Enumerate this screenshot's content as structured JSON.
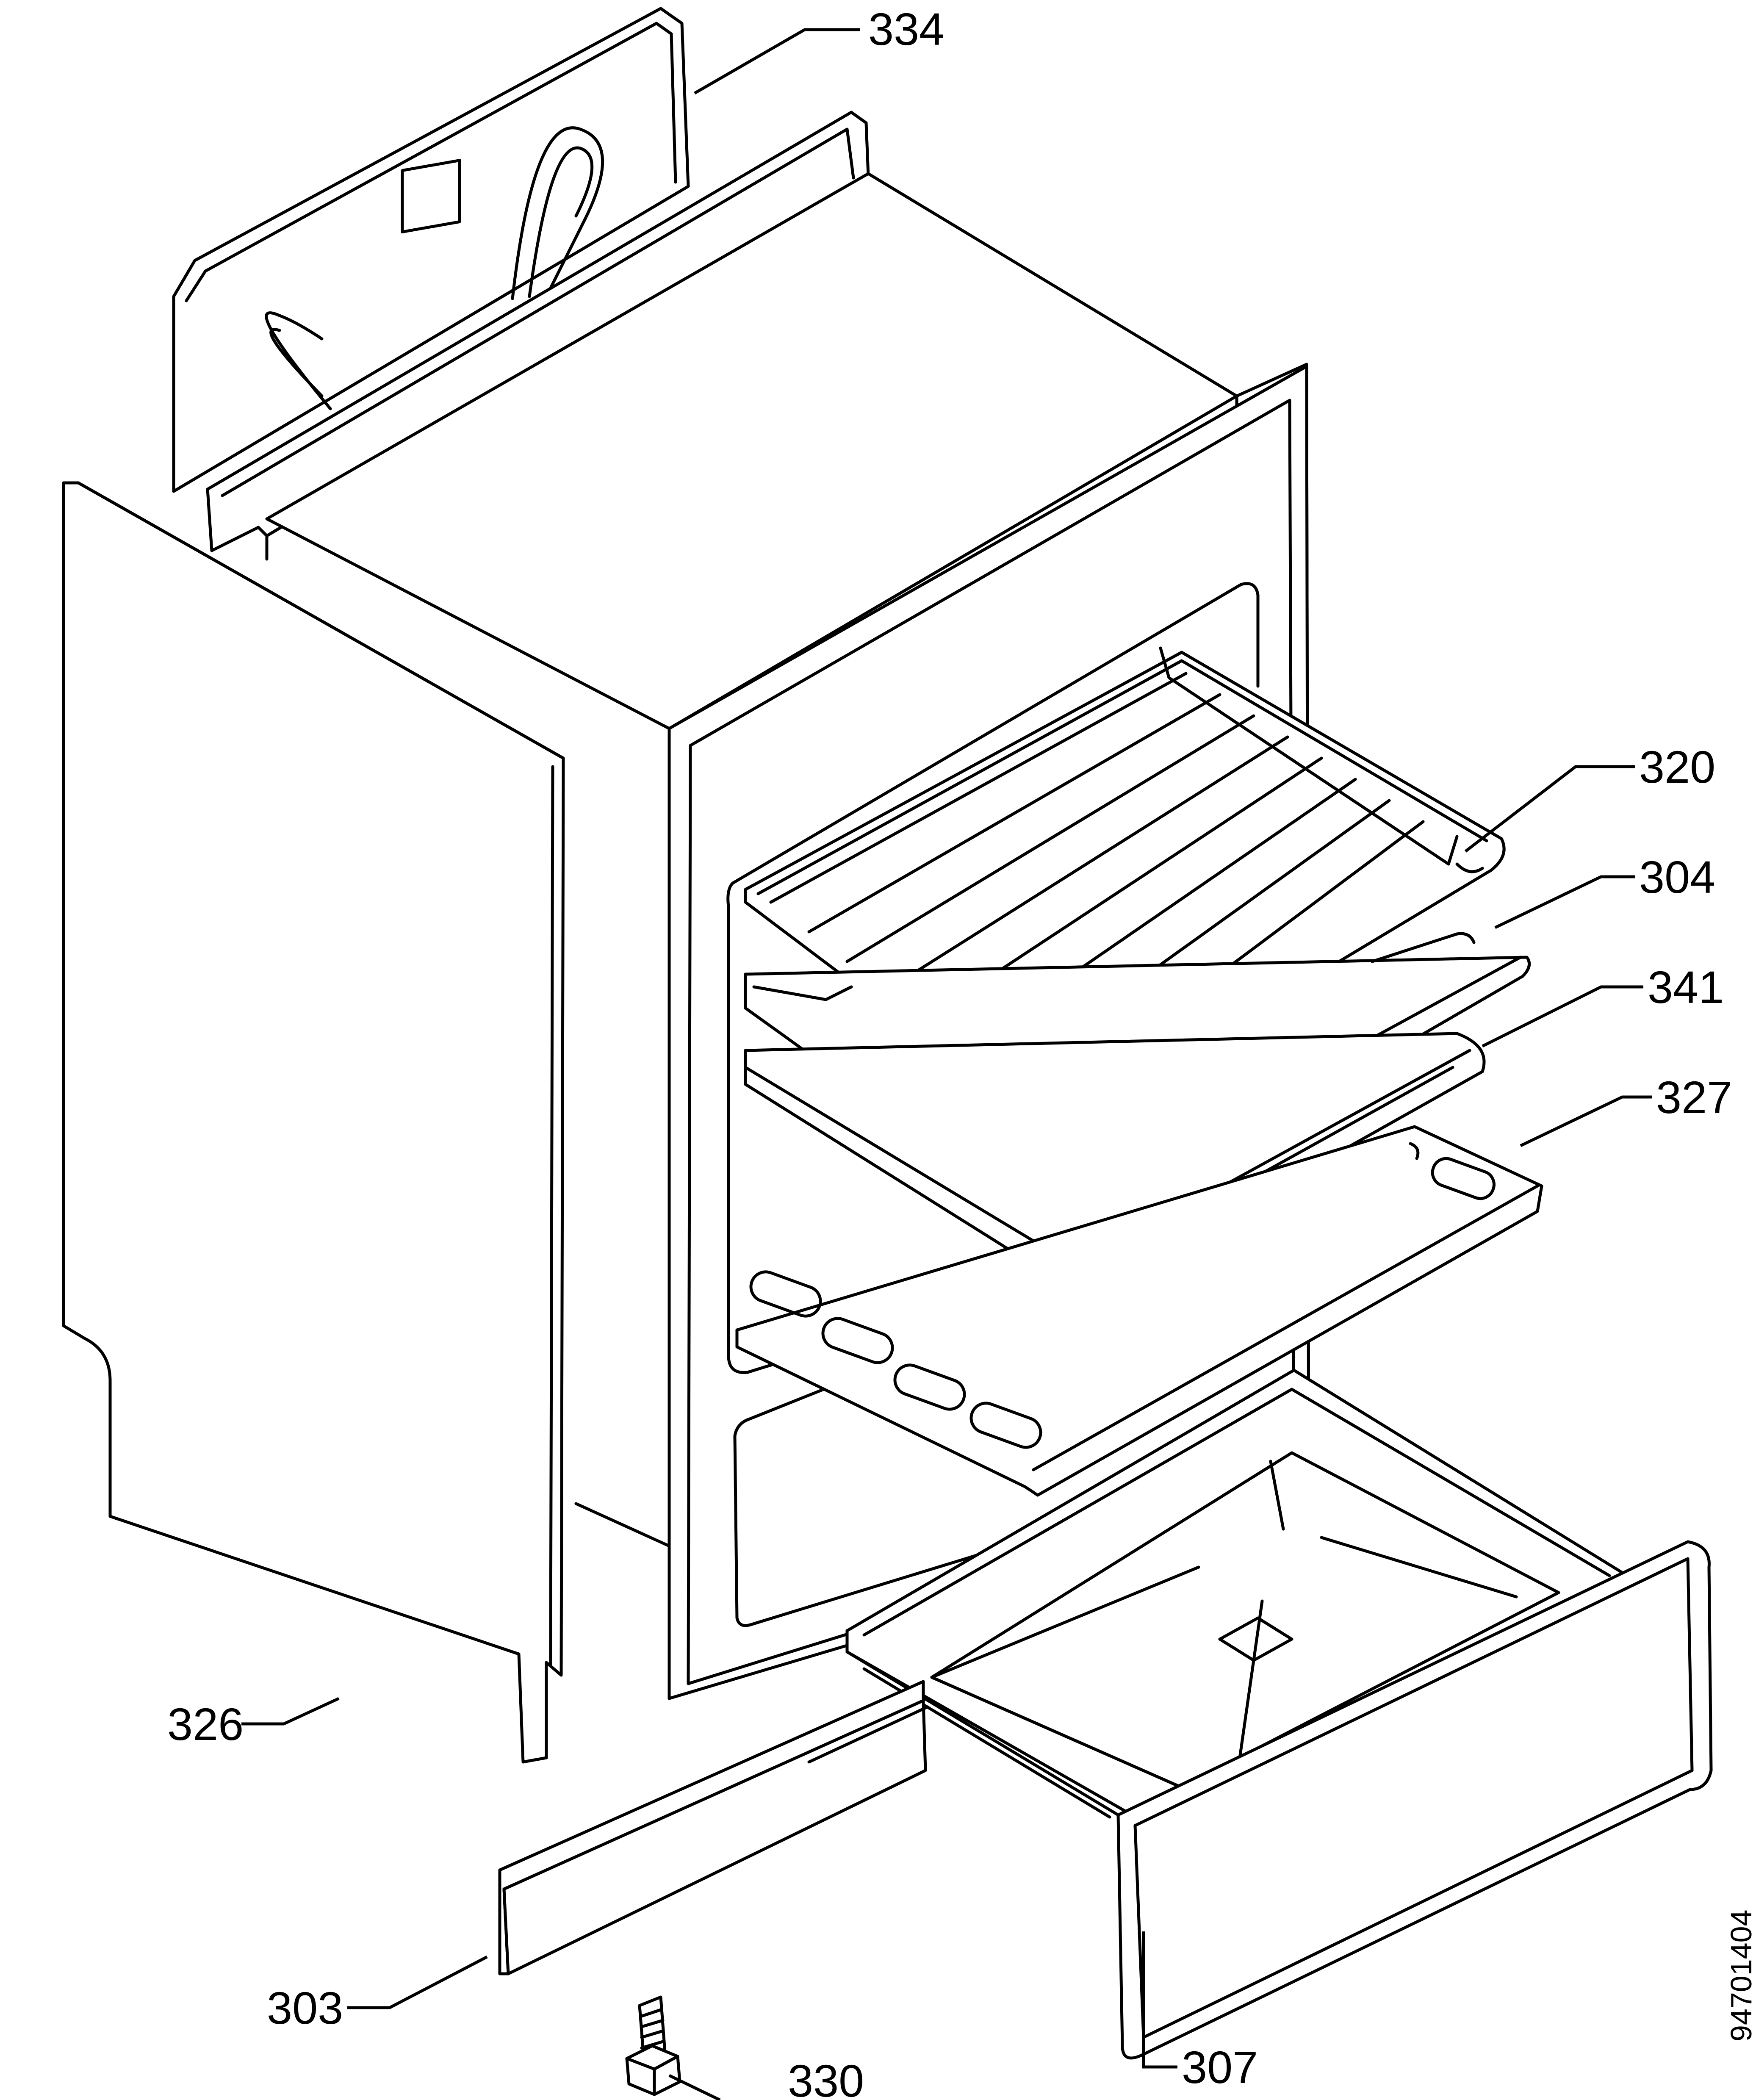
{
  "callouts": [
    {
      "id": "334",
      "label": "334"
    },
    {
      "id": "320",
      "label": "320"
    },
    {
      "id": "304",
      "label": "304"
    },
    {
      "id": "341",
      "label": "341"
    },
    {
      "id": "327",
      "label": "327"
    },
    {
      "id": "326",
      "label": "326"
    },
    {
      "id": "303",
      "label": "303"
    },
    {
      "id": "330",
      "label": "330"
    },
    {
      "id": "307",
      "label": "307"
    }
  ],
  "drawing_number": "94701404",
  "parts": [
    {
      "name": "back-panel",
      "callout": "334"
    },
    {
      "name": "oven-rack",
      "callout": "320"
    },
    {
      "name": "baking-tray",
      "callout": "304"
    },
    {
      "name": "drip-pan",
      "callout": "341"
    },
    {
      "name": "oven-floor-plate",
      "callout": "327"
    },
    {
      "name": "side-panel",
      "callout": "326"
    },
    {
      "name": "plinth-strip",
      "callout": "303"
    },
    {
      "name": "adjustable-foot",
      "callout": "330"
    },
    {
      "name": "storage-drawer",
      "callout": "307"
    }
  ]
}
